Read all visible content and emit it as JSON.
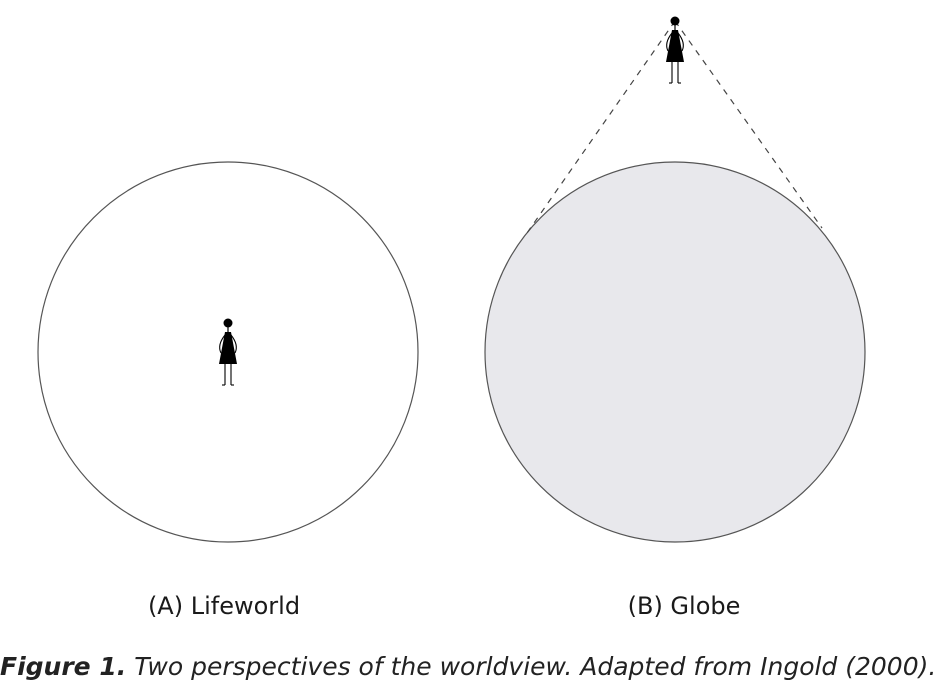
{
  "panels": [
    {
      "label": "(A) Lifeworld",
      "fill": "#ffffff",
      "stroke": "#555555"
    },
    {
      "label": "(B) Globe",
      "fill": "#e8e8ec",
      "stroke": "#555555"
    }
  ],
  "caption": {
    "label": "Figure 1.",
    "text": "Two perspectives of the worldview. Adapted from Ingold (2000)."
  },
  "colors": {
    "figure": "#000000",
    "dashed_line": "#444444"
  }
}
